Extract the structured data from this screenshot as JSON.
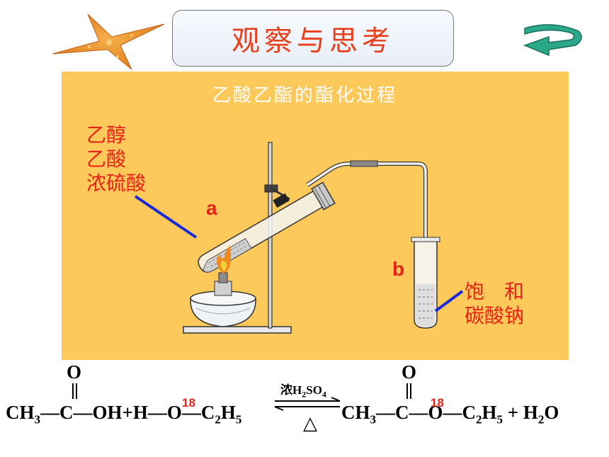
{
  "header": {
    "title": "观察与思考",
    "decor_icon": "starfish-icon",
    "nav_icon": "return-arrow-icon",
    "title_color": "#e8401c"
  },
  "panel": {
    "title": "乙酸乙酯的酯化过程",
    "background": "#fcc95a",
    "reagents": [
      "乙醇",
      "乙酸",
      "浓硫酸"
    ],
    "label_a": "a",
    "label_b": "b",
    "saturated_label": [
      "饱　和",
      "碳酸钠"
    ]
  },
  "equation": {
    "carbonyl_o": "O",
    "iso_mark": "18",
    "r_part1": "CH",
    "r_part1_sub": "3",
    "r_c": "—C—OH+H—",
    "r_o18": "O",
    "r_part2": "—C",
    "r_part2_sub1": "2",
    "r_part2_h": "H",
    "r_part2_sub2": "5",
    "catalyst": "浓H",
    "catalyst_sub1": "2",
    "catalyst_so": "SO",
    "catalyst_sub2": "4",
    "heat": "△",
    "p_part1": "CH",
    "p_part1_sub": "3",
    "p_c": "—C—",
    "p_o18": "O",
    "p_part2": "—C",
    "p_part2_sub1": "2",
    "p_part2_h": "H",
    "p_part2_sub2": "5",
    "p_plus": " + H",
    "p_water_sub": "2",
    "p_water_o": "O"
  }
}
